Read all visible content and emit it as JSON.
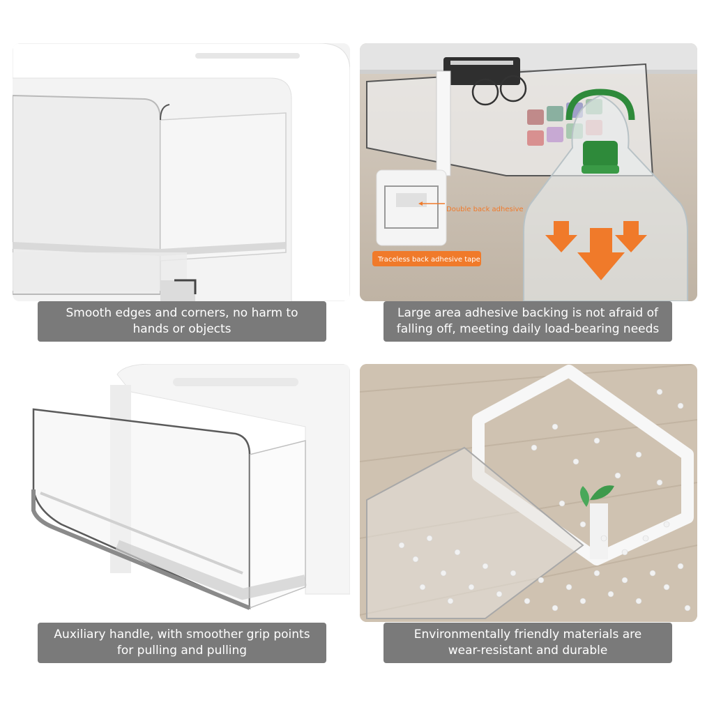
{
  "panels": [
    {
      "caption_line1": "Smooth edges and corners, no harm to",
      "caption_line2": "hands or objects"
    },
    {
      "caption_line1": "Large area adhesive backing is not afraid of",
      "caption_line2": "falling off, meeting daily load-bearing needs",
      "callout_double": "Double back adhesive",
      "callout_traceless": "Traceless back adhesive tape"
    },
    {
      "caption_line1": "Auxiliary handle, with smoother grip points",
      "caption_line2": "for pulling and pulling"
    },
    {
      "caption_line1": "Environmentally friendly materials are",
      "caption_line2": "wear-resistant and durable"
    }
  ],
  "colors": {
    "caption_bg": "#7a7a7a",
    "caption_text": "#ffffff",
    "accent_orange": "#f07a2a",
    "bottle_cap_green": "#2e8a3a"
  }
}
